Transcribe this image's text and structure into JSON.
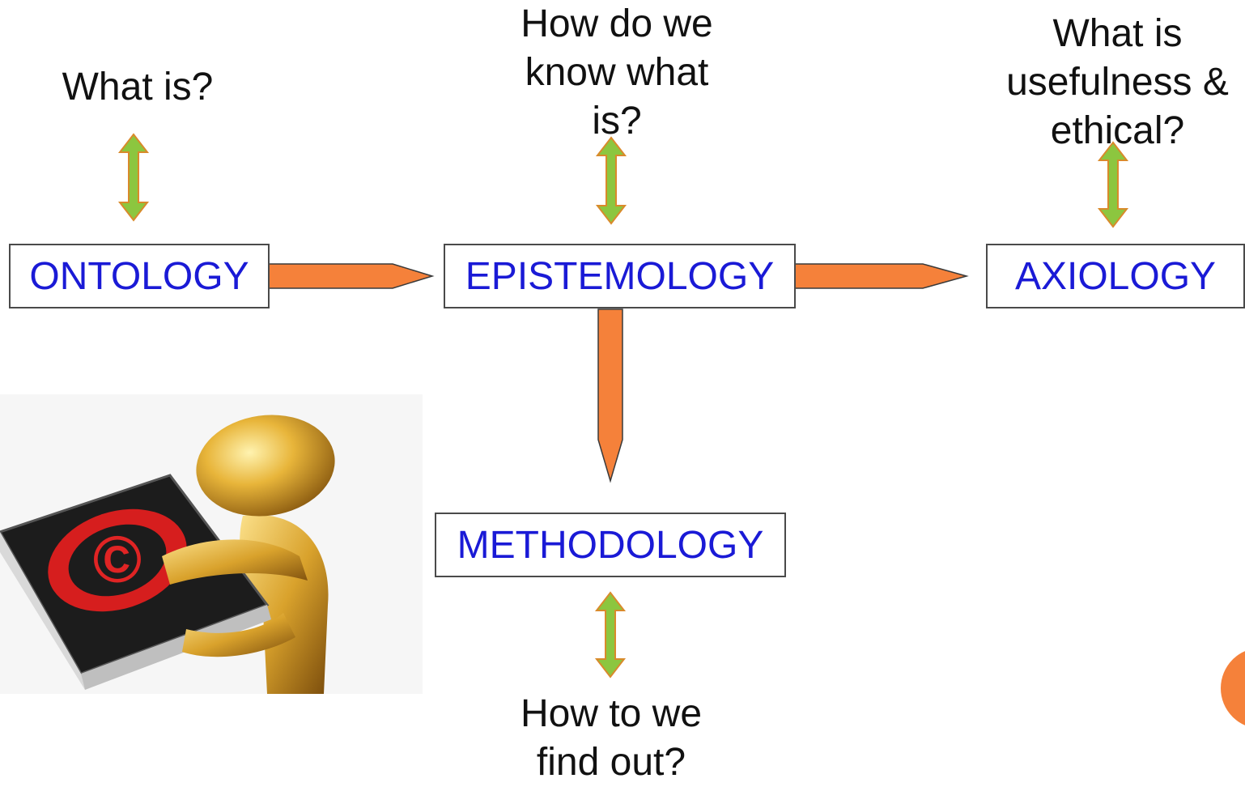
{
  "colors": {
    "concept_text": "#1a1ad6",
    "question_text": "#111111",
    "box_border": "#4a4a4a",
    "flow_arrow_fill": "#f5813a",
    "flow_arrow_stroke": "#3a3a3a",
    "link_arrow_fill": "#8cc63f",
    "link_arrow_stroke": "#d98a2b",
    "corner_accent": "#f5813a"
  },
  "concepts": {
    "ontology": "ONTOLOGY",
    "epistemology": "EPISTEMOLOGY",
    "axiology": "AXIOLOGY",
    "methodology": "METHODOLOGY"
  },
  "questions": {
    "ontology": "What is?",
    "epistemology": "How do we\nknow what\nis?",
    "axiology": "What is\nusefulness &\nethical?",
    "methodology": "How to we\nfind out?"
  },
  "illustration": {
    "icon": "golden-figure-holding-copyright-binder",
    "symbol": "©"
  }
}
